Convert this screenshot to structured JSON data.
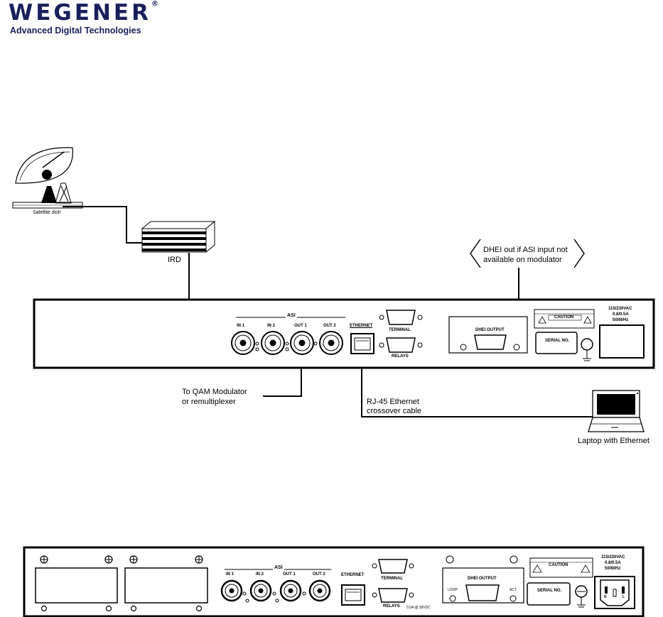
{
  "logo": {
    "name": "WEGENER",
    "registered": "®",
    "tagline": "Advanced Digital Technologies"
  },
  "devices": {
    "satellite": "Satellite dish",
    "ird": "IRD",
    "laptop": "Laptop with Ethernet"
  },
  "annotations": {
    "dhei_note_line1": "DHEI out if ASI input not",
    "dhei_note_line2": "available on modulator",
    "qam_line1": "To QAM Modulator",
    "qam_line2": "or remultiplexer",
    "rj45_line1": "RJ-45 Ethernet",
    "rj45_line2": "crossover cable"
  },
  "top_panel": {
    "asi": "ASI",
    "in1": "IN 1",
    "in2": "IN 2",
    "out1": "OUT 1",
    "out2": "OUT 2",
    "ethernet": "ETHERNET",
    "terminal": "TERMINAL",
    "relays": "RELAYS",
    "dhei_output": "DHEI OUTPUT",
    "serial": "SERIAL NO.",
    "caution": "CAUTION",
    "power1": "115/230VAC",
    "power2": "0.8/0.5A",
    "power3": "50/60Hz"
  },
  "bottom_panel": {
    "asi": "ASI",
    "in1": "IN 1",
    "in2": "IN 2",
    "out1": "OUT 1",
    "out2": "OUT 2",
    "ethernet": "ETHERNET",
    "terminal": "TERMINAL",
    "relays": "RELAYS",
    "relay_rating": "0.5A @ 30VDC",
    "dhei_output": "DHEI OUTPUT",
    "loop": "LOOP",
    "act": "ACT",
    "serial": "SERIAL NO.",
    "caution": "CAUTION",
    "power1": "115/230VAC",
    "power2": "0.8/0.5A",
    "power3": "50/60Hz",
    "neutral": "N",
    "line": "L"
  }
}
